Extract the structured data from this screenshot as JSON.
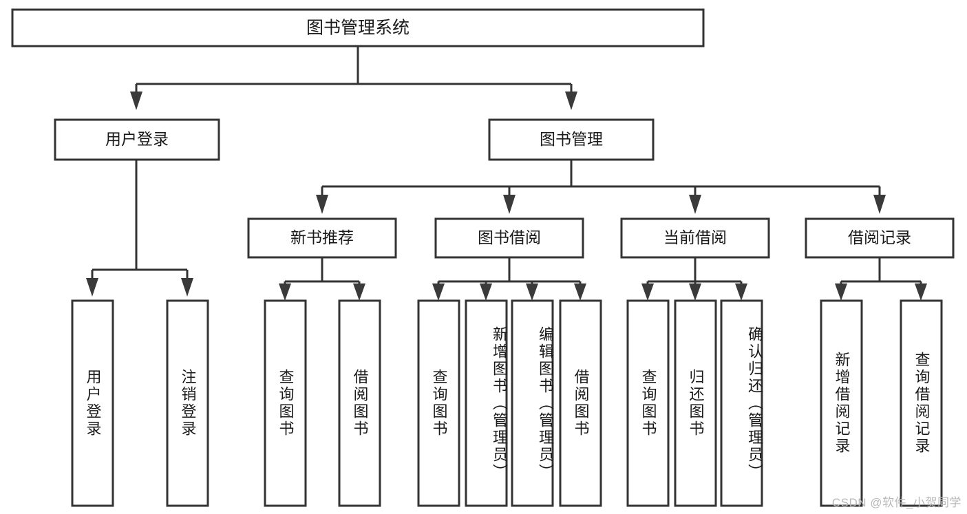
{
  "diagram": {
    "type": "tree-hierarchy-chart",
    "title": "图书管理系统",
    "root": {
      "label": "图书管理系统"
    },
    "level1": [
      {
        "id": "user-login",
        "label": "用户登录"
      },
      {
        "id": "book-manage",
        "label": "图书管理"
      }
    ],
    "level2": [
      {
        "id": "new-book-recommend",
        "label": "新书推荐",
        "parent": "book-manage"
      },
      {
        "id": "book-borrow",
        "label": "图书借阅",
        "parent": "book-manage"
      },
      {
        "id": "current-borrow",
        "label": "当前借阅",
        "parent": "book-manage"
      },
      {
        "id": "borrow-record",
        "label": "借阅记录",
        "parent": "book-manage"
      }
    ],
    "leaves": [
      {
        "id": "leaf-user-login",
        "label": "用户登录",
        "parent": "user-login"
      },
      {
        "id": "leaf-logout-login",
        "label": "注销登录",
        "parent": "user-login"
      },
      {
        "id": "leaf-query-book-1",
        "label": "查询图书",
        "parent": "new-book-recommend"
      },
      {
        "id": "leaf-borrow-book-1",
        "label": "借阅图书",
        "parent": "new-book-recommend"
      },
      {
        "id": "leaf-query-book-2",
        "label": "查询图书",
        "parent": "book-borrow"
      },
      {
        "id": "leaf-add-book",
        "label": "新增图书（管理员）",
        "parent": "book-borrow"
      },
      {
        "id": "leaf-edit-book",
        "label": "编辑图书（管理员）",
        "parent": "book-borrow"
      },
      {
        "id": "leaf-borrow-book-2",
        "label": "借阅图书",
        "parent": "book-borrow"
      },
      {
        "id": "leaf-query-book-3",
        "label": "查询图书",
        "parent": "current-borrow"
      },
      {
        "id": "leaf-return-book",
        "label": "归还图书",
        "parent": "current-borrow"
      },
      {
        "id": "leaf-confirm-return",
        "label": "确认归还（管理员）",
        "parent": "current-borrow"
      },
      {
        "id": "leaf-add-record",
        "label": "新增借阅记录",
        "parent": "borrow-record"
      },
      {
        "id": "leaf-query-record",
        "label": "查询借阅记录",
        "parent": "borrow-record"
      }
    ]
  },
  "watermark": {
    "text": "CSDN @软件_小贺同学"
  },
  "colors": {
    "stroke": "#333333",
    "fill": "#ffffff",
    "text": "#1a1a1a",
    "watermark": "#b9b9b9"
  }
}
